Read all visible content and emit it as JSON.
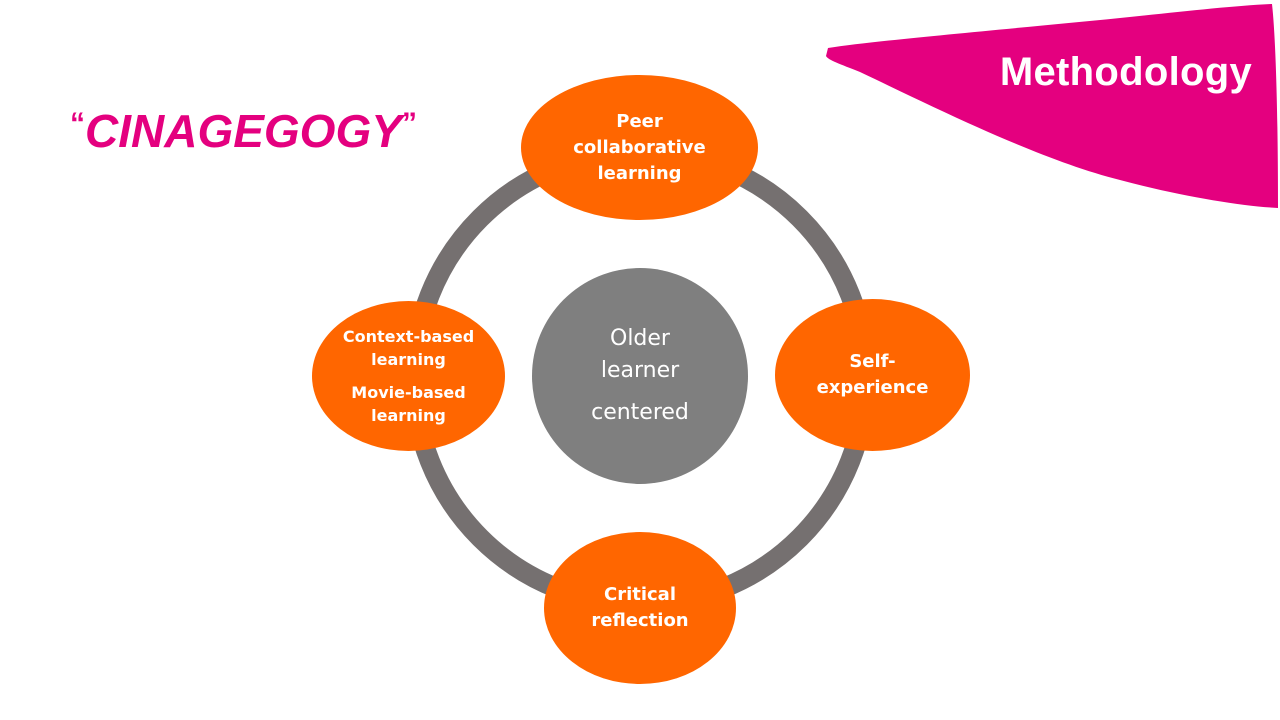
{
  "slide": {
    "title": "Methodology",
    "subtitle": {
      "open_quote": "“",
      "text": "CINAGEGOGY",
      "close_quote": "”"
    }
  },
  "diagram": {
    "center": {
      "lines": [
        "Older",
        "learner",
        "centered"
      ]
    },
    "nodes": {
      "top": {
        "lines": [
          "Peer",
          "collaborative",
          "learning"
        ]
      },
      "right": {
        "lines": [
          "Self-",
          "experience"
        ]
      },
      "bottom": {
        "lines": [
          "Critical",
          "reflection"
        ]
      },
      "left": {
        "lines": [
          "Context-based",
          "learning",
          "Movie-based",
          "learning"
        ]
      }
    }
  },
  "colors": {
    "accent_magenta": "#e4007f",
    "node_orange": "#ff6600",
    "center_gray": "#7f7f7f",
    "ring_gray": "#757070"
  }
}
